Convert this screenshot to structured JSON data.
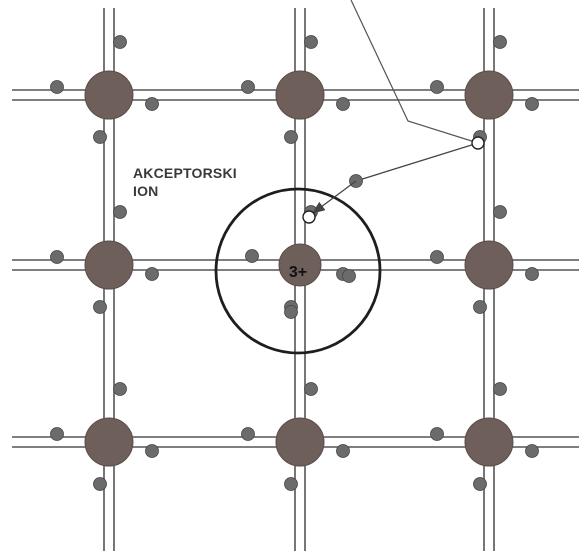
{
  "diagram": {
    "label_lines": [
      "AKCEPTORSKI",
      "ION"
    ],
    "acceptor_charge": "3+",
    "colors": {
      "background": "#ffffff",
      "bond_line": "#555555",
      "atom_core": "#6e5f5a",
      "atom_core_stroke": "#5a4c47",
      "electron": "#6b6b6b",
      "electron_stroke": "#444444",
      "acceptor_orbit": "#1e1e1e",
      "hole": "#ffffff",
      "arrow": "#444444"
    }
  }
}
